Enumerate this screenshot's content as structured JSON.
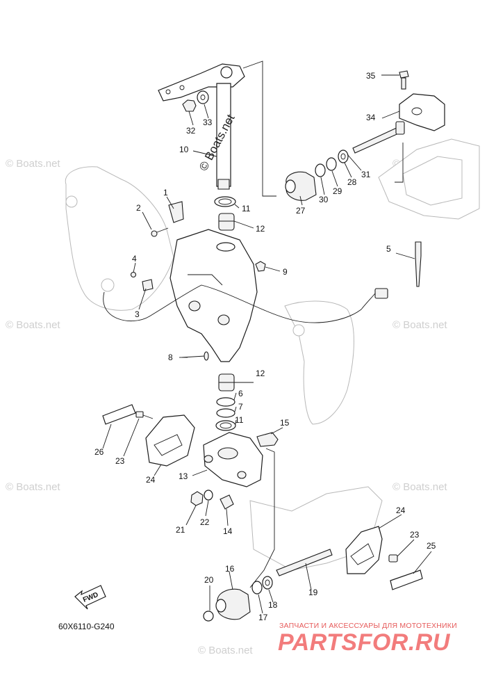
{
  "diagram_code": "60X6110-G240",
  "fwd_label": "FWD",
  "watermark_text": "© Boats.net",
  "brand": {
    "tagline": "ЗАПЧАСТИ И АКСЕССУАРЫ ДЛЯ МОТОТЕХНИКИ",
    "name": "PARTSFOR.RU",
    "color": "#f27c7c"
  },
  "callouts": [
    {
      "num": "1"
    },
    {
      "num": "2"
    },
    {
      "num": "3"
    },
    {
      "num": "4"
    },
    {
      "num": "5"
    },
    {
      "num": "6"
    },
    {
      "num": "7"
    },
    {
      "num": "8"
    },
    {
      "num": "9"
    },
    {
      "num": "10"
    },
    {
      "num": "11"
    },
    {
      "num": "11"
    },
    {
      "num": "12"
    },
    {
      "num": "12"
    },
    {
      "num": "13"
    },
    {
      "num": "14"
    },
    {
      "num": "15"
    },
    {
      "num": "16"
    },
    {
      "num": "17"
    },
    {
      "num": "18"
    },
    {
      "num": "19"
    },
    {
      "num": "20"
    },
    {
      "num": "21"
    },
    {
      "num": "22"
    },
    {
      "num": "23"
    },
    {
      "num": "23"
    },
    {
      "num": "24"
    },
    {
      "num": "24"
    },
    {
      "num": "25"
    },
    {
      "num": "26"
    },
    {
      "num": "27"
    },
    {
      "num": "28"
    },
    {
      "num": "29"
    },
    {
      "num": "30"
    },
    {
      "num": "31"
    },
    {
      "num": "32"
    },
    {
      "num": "33"
    },
    {
      "num": "34"
    },
    {
      "num": "35"
    }
  ]
}
